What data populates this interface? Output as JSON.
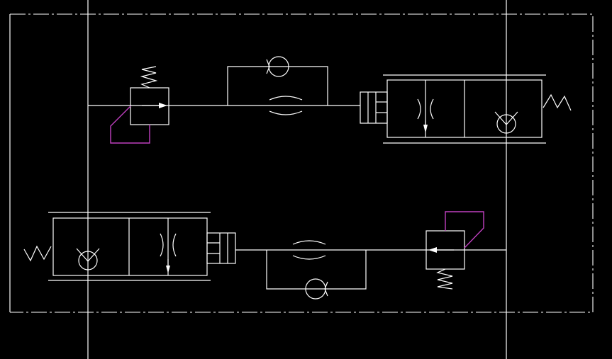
{
  "colors": {
    "background": "#000000",
    "line": "#ffffff",
    "pilot_line": "#c040c0"
  },
  "symbols": {
    "top_circuit": [
      "pressure-relief-valve",
      "check-valve",
      "throttle-valve",
      "hydraulic-cylinder",
      "proportional-flow-valve",
      "check-valve",
      "spring"
    ],
    "bottom_circuit": [
      "spring",
      "check-valve",
      "proportional-flow-valve",
      "hydraulic-cylinder",
      "throttle-valve",
      "check-valve",
      "pressure-relief-valve"
    ]
  }
}
